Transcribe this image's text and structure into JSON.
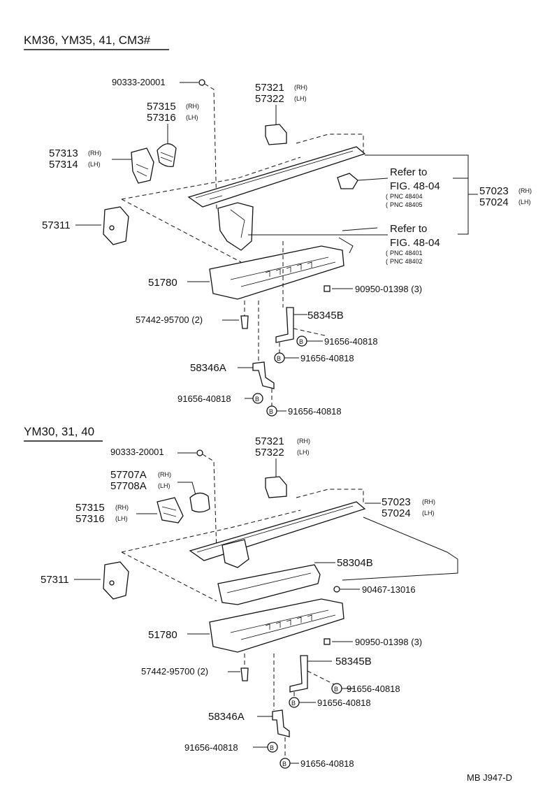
{
  "section1": {
    "title": "KM36, YM35, 41, CM3#",
    "labels": {
      "p90333": "90333-20001",
      "p57321": "57321",
      "p57322": "57322",
      "p57315": "57315",
      "p57316": "57316",
      "p57313": "57313",
      "p57314": "57314",
      "refer_a": "Refer to",
      "fig_a": "FIG. 48-04",
      "pnc_a1": "PNC 48404",
      "pnc_a2": "PNC 48405",
      "p57023": "57023",
      "p57024": "57024",
      "p57311": "57311",
      "refer_b": "Refer to",
      "fig_b": "FIG. 48-04",
      "pnc_b1": "PNC 48401",
      "pnc_b2": "PNC 48402",
      "p51780": "51780",
      "p90950": "90950-01398 (3)",
      "p57442": "57442-95700 (2)",
      "p58345B": "58345B",
      "p91656_a": "91656-40818",
      "p91656_b": "91656-40818",
      "p58346A": "58346A",
      "p91656_c": "91656-40818",
      "p91656_d": "91656-40818"
    }
  },
  "section2": {
    "title": "YM30, 31, 40",
    "labels": {
      "p90333": "90333-20001",
      "p57321": "57321",
      "p57322": "57322",
      "p57707A": "57707A",
      "p57708A": "57708A",
      "p57315": "57315",
      "p57316": "57316",
      "p57023": "57023",
      "p57024": "57024",
      "p57311": "57311",
      "p58304B": "58304B",
      "p90467": "90467-13016",
      "p51780": "51780",
      "p90950": "90950-01398 (3)",
      "p57442": "57442-95700 (2)",
      "p58345B": "58345B",
      "p91656_a": "91656-40818",
      "p91656_b": "91656-40818",
      "p58346A": "58346A",
      "p91656_c": "91656-40818",
      "p91656_d": "91656-40818"
    }
  },
  "suffix": {
    "rh": "(RH)",
    "lh": "(LH)",
    "bolt": "B"
  },
  "footer": {
    "code": "MB  J947-D"
  }
}
